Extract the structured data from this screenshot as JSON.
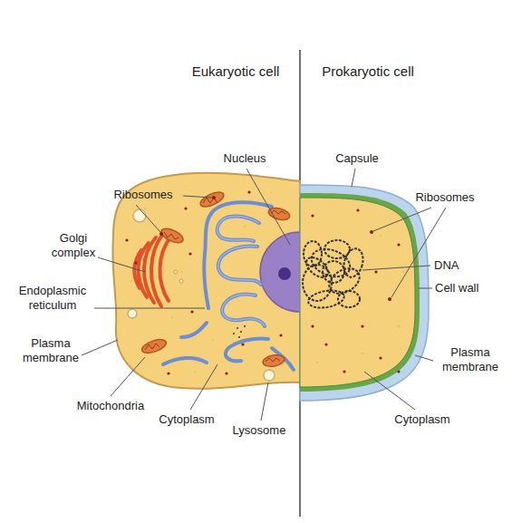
{
  "diagram": {
    "labels": [
      "Eukaryotic cell",
      "Prokaryotic cell",
      "Nucleus",
      "Capsule",
      "Ribosomes",
      "Ribosomes",
      "Golgi complex",
      "DNA",
      "Cell wall",
      "Endoplasmic reticulum",
      "Plasma membrane",
      "Plasma membrane",
      "Mitochondria",
      "Cytoplasm",
      "Lysosome",
      "Cytoplasm"
    ]
  }
}
